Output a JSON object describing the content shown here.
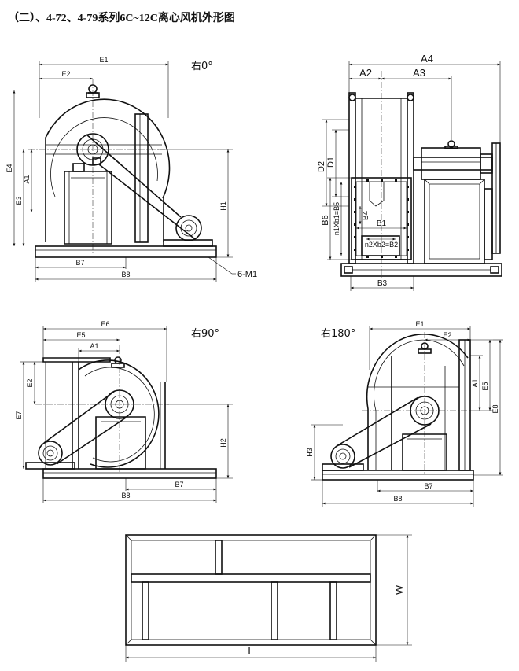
{
  "page": {
    "heading": "（二）、4-72、4-79系列6C~12C离心风机外形图"
  },
  "views": {
    "r0": {
      "title": "右0°",
      "labels": {
        "E1": "E1",
        "E2": "E2",
        "E3": "E3",
        "E4": "E4",
        "A1": "A1",
        "H1": "H1",
        "B7": "B7",
        "B8": "B8",
        "M1": "6-M1"
      }
    },
    "side": {
      "labels": {
        "A2": "A2",
        "A3": "A3",
        "A4": "A4",
        "D1": "D1",
        "D2": "D2",
        "B6": "B6",
        "B5": "n1Xb1=B5",
        "B4": "B4",
        "B1": "B1",
        "B2": "n2Xb2=B2",
        "B3": "B3"
      }
    },
    "r90": {
      "title": "右90°",
      "labels": {
        "E6": "E6",
        "E5": "E5",
        "A1": "A1",
        "E2": "E2",
        "E7": "E7",
        "H2": "H2",
        "B7": "B7",
        "B8": "B8"
      }
    },
    "r180": {
      "title": "右180°",
      "labels": {
        "E1": "E1",
        "E2": "E2",
        "A1": "A1",
        "E5": "E5",
        "E8": "E8",
        "H3": "H3",
        "B7": "B7",
        "B8": "B8"
      }
    },
    "base": {
      "labels": {
        "W": "W",
        "L": "L"
      }
    }
  }
}
